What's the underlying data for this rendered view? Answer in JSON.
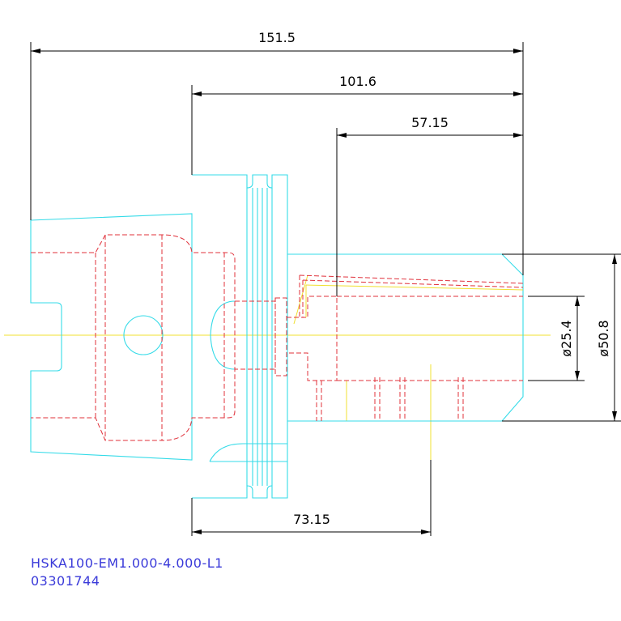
{
  "dimensions": {
    "overall_length": "151.5",
    "flange_to_end": "101.6",
    "bore_depth": "57.15",
    "gauge_length": "73.15",
    "bore_diameter": "ø25.4",
    "outer_diameter": "ø50.8"
  },
  "title_block": {
    "part_number": "HSKA100-EM1.000-4.000-L1",
    "order_number": "03301744"
  },
  "colors": {
    "outline": "#34dbe8",
    "hidden": "#e0303a",
    "centerline": "#f0e030",
    "dimension": "#000000",
    "caption": "#3a3ad9"
  }
}
